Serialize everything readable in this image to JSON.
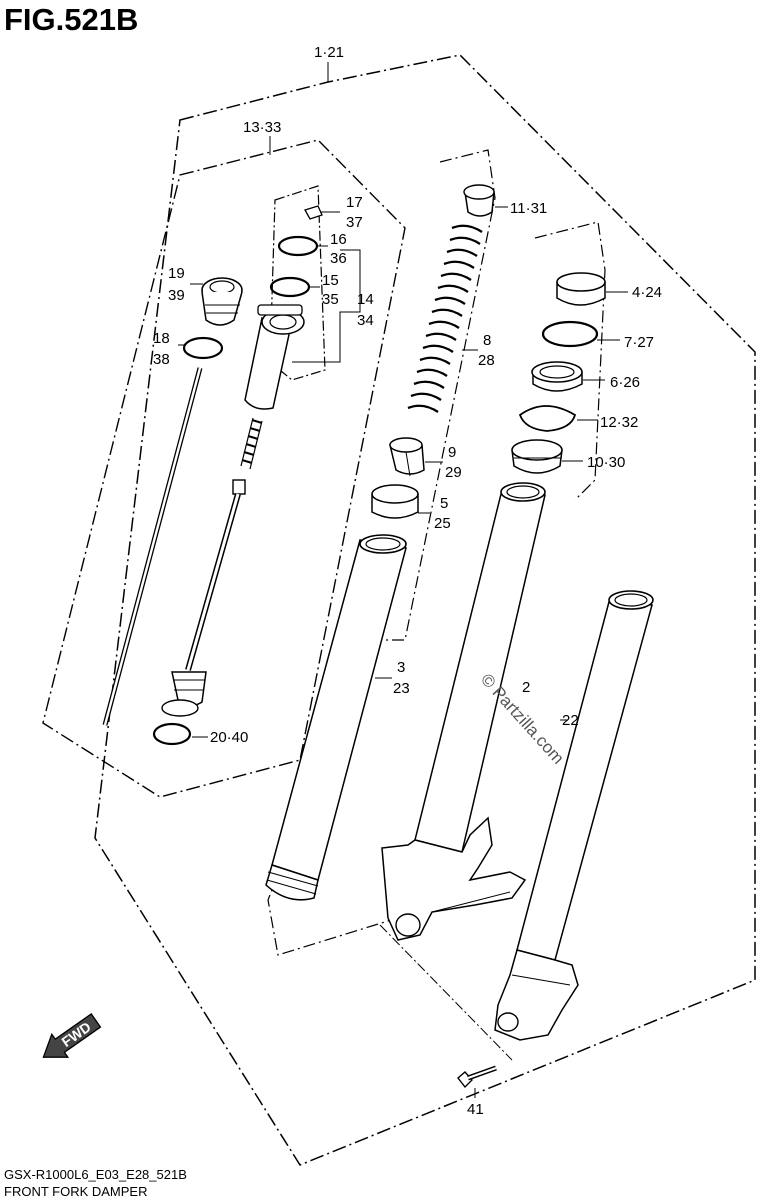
{
  "figure_title": "FIG.521B",
  "footer": {
    "model_code": "GSX-R1000L6_E03_E28_521B",
    "caption": "FRONT FORK DAMPER"
  },
  "watermark": "© Partzilla.com",
  "fwd_label": "FWD",
  "callouts": [
    {
      "id": "c1",
      "text": "1·21"
    },
    {
      "id": "c2",
      "text": "13·33"
    },
    {
      "id": "c3a",
      "text": "17"
    },
    {
      "id": "c3b",
      "text": "37"
    },
    {
      "id": "c4a",
      "text": "16"
    },
    {
      "id": "c4b",
      "text": "36"
    },
    {
      "id": "c5a",
      "text": "15"
    },
    {
      "id": "c5b",
      "text": "35"
    },
    {
      "id": "c6a",
      "text": "14"
    },
    {
      "id": "c6b",
      "text": "34"
    },
    {
      "id": "c7a",
      "text": "19"
    },
    {
      "id": "c7b",
      "text": "39"
    },
    {
      "id": "c8a",
      "text": "18"
    },
    {
      "id": "c8b",
      "text": "38"
    },
    {
      "id": "c9",
      "text": "20·40"
    },
    {
      "id": "c10",
      "text": "11·31"
    },
    {
      "id": "c11a",
      "text": "8"
    },
    {
      "id": "c11b",
      "text": "28"
    },
    {
      "id": "c12a",
      "text": "9"
    },
    {
      "id": "c12b",
      "text": "29"
    },
    {
      "id": "c13a",
      "text": "5"
    },
    {
      "id": "c13b",
      "text": "25"
    },
    {
      "id": "c14a",
      "text": "3"
    },
    {
      "id": "c14b",
      "text": "23"
    },
    {
      "id": "c15",
      "text": "4·24"
    },
    {
      "id": "c16",
      "text": "7·27"
    },
    {
      "id": "c17",
      "text": "6·26"
    },
    {
      "id": "c18",
      "text": "12·32"
    },
    {
      "id": "c19",
      "text": "10·30"
    },
    {
      "id": "c20",
      "text": "2"
    },
    {
      "id": "c21",
      "text": "22"
    },
    {
      "id": "c22",
      "text": "41"
    }
  ]
}
